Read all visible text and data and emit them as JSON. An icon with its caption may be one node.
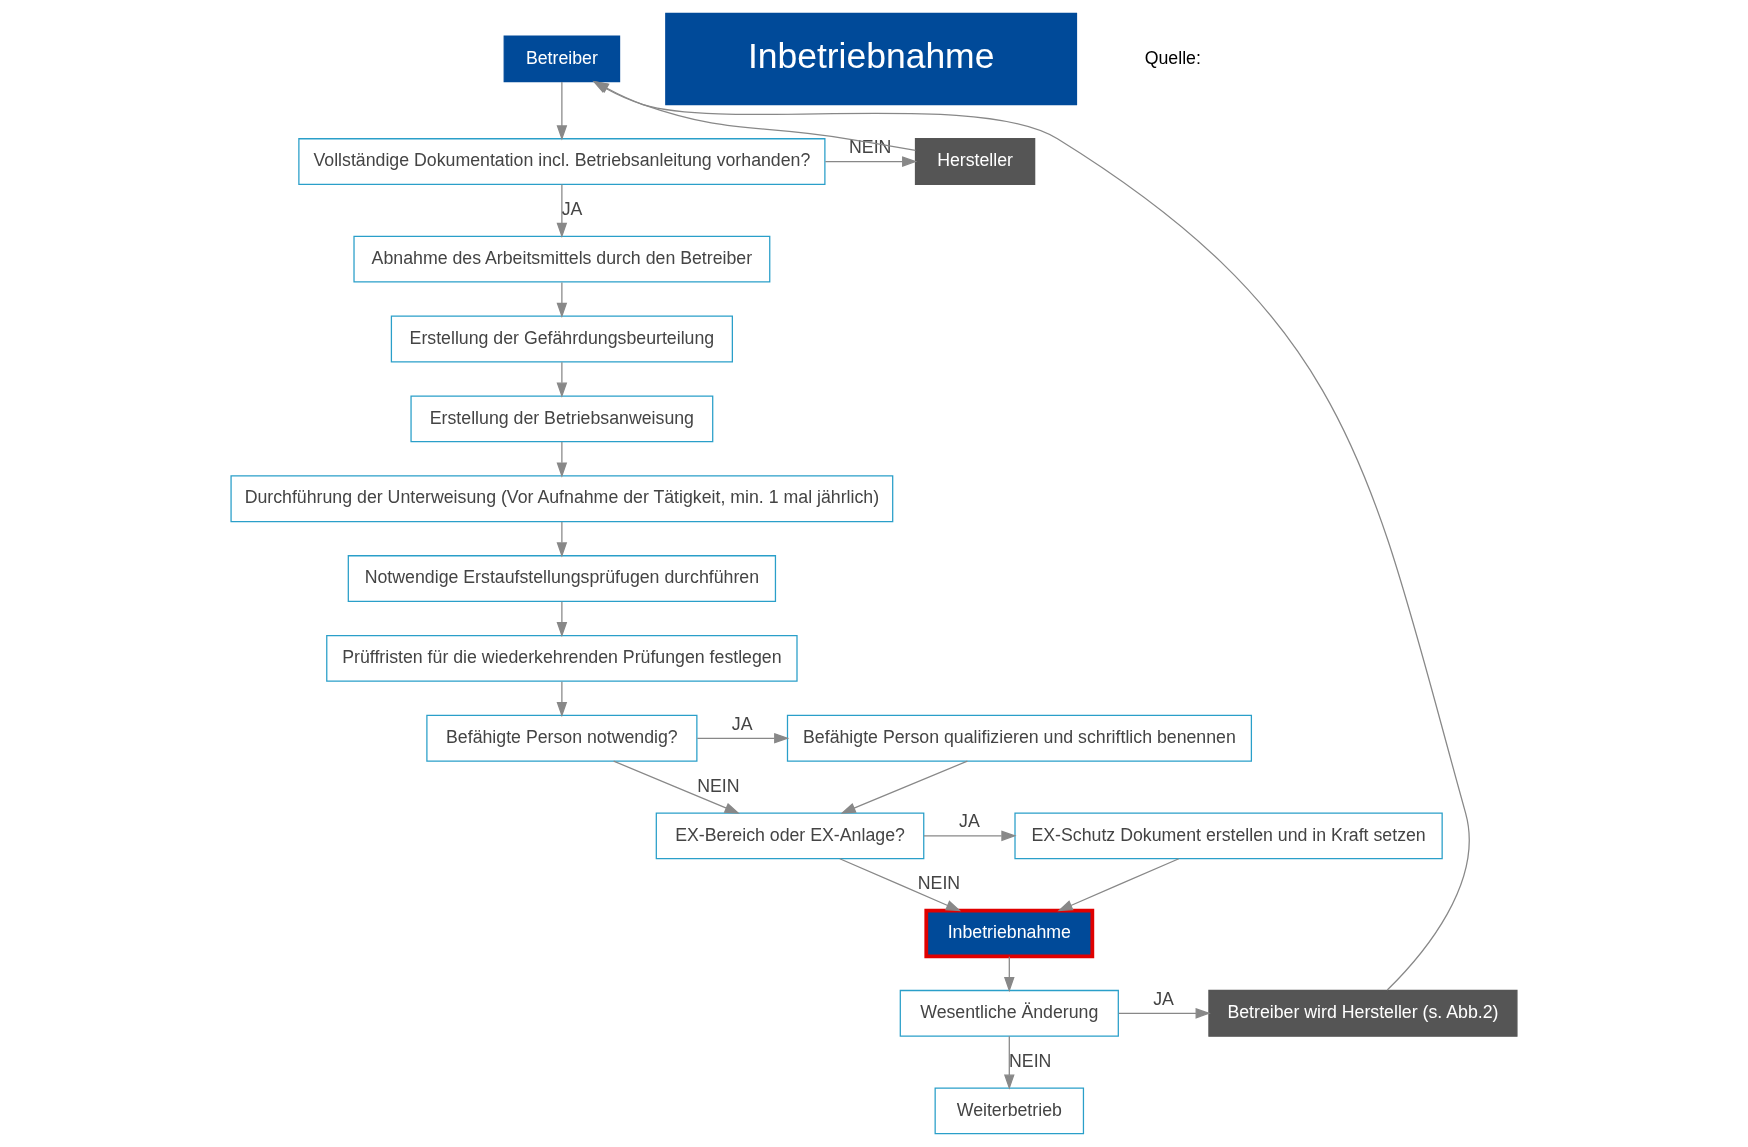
{
  "diagram": {
    "nodes": [
      {
        "text": [
          "Betreiber"
        ]
      },
      {
        "text": [
          "Vollständige Dokumentation incl. Betriebsanleitung vorhanden?"
        ]
      },
      {
        "text": [
          "Hersteller"
        ]
      },
      {
        "text": [
          "Abnahme des Arbeitsmittels durch den Betreiber"
        ]
      },
      {
        "text": [
          "Erstellung der Gefährdungsbeurteilung"
        ]
      },
      {
        "text": [
          "Erstellung der Betriebsanweisung"
        ]
      },
      {
        "text": [
          "Durchführung der Unterweisung (Vor Aufnahme der Tätigkeit, min. 1 mal jährlich)"
        ]
      },
      {
        "text": [
          "Notwendige Erstaufstellungsprüfugen durchführen"
        ]
      },
      {
        "text": [
          "Prüffristen für die wiederkehrenden Prüfungen festlegen"
        ]
      },
      {
        "text": [
          "Befähigte Person notwendig?"
        ]
      },
      {
        "text": [
          "Befähigte Person qualifizieren und schriftlich benennen"
        ]
      },
      {
        "text": [
          "EX-Bereich oder EX-Anlage?"
        ]
      },
      {
        "text": [
          "EX-Schutz Dokument erstellen und in Kraft setzen"
        ]
      },
      {
        "text": [
          "Inbetriebnahme"
        ]
      },
      {
        "text": [
          "Wesentliche Änderung"
        ]
      },
      {
        "text": [
          "Betreiber wird Hersteller (s. Abb.2)"
        ]
      },
      {
        "text": [
          "Weiterbetrieb"
        ]
      },
      {
        "text": [
          "Inbetriebnahme"
        ]
      }
    ],
    "edges": [
      {
        "from": 0,
        "to": 1,
        "arrow": "to"
      },
      {
        "from": 1,
        "to": 2,
        "label": "NEIN",
        "arrow": "to"
      },
      {
        "from": 1,
        "to": 3,
        "label": "JA",
        "arrow": "to"
      },
      {
        "from": 3,
        "to": 4,
        "arrow": "to"
      },
      {
        "from": 4,
        "to": 5,
        "arrow": "to"
      },
      {
        "from": 5,
        "to": 6,
        "arrow": "to"
      },
      {
        "from": 6,
        "to": 7,
        "arrow": "to"
      },
      {
        "from": 7,
        "to": 8,
        "arrow": "to"
      },
      {
        "from": 8,
        "to": 9,
        "arrow": "to"
      },
      {
        "from": 9,
        "to": 10,
        "label": "JA",
        "arrow": "to"
      },
      {
        "from": 9,
        "to": 11,
        "label": "NEIN",
        "arrow": "to"
      },
      {
        "from": 10,
        "to": 11,
        "arrow": "to"
      },
      {
        "from": 11,
        "to": 12,
        "label": "JA",
        "arrow": "to"
      },
      {
        "from": 11,
        "to": 13,
        "label": "NEIN",
        "arrow": "to"
      },
      {
        "from": 12,
        "to": 13,
        "arrow": "to"
      },
      {
        "from": 13,
        "to": 14,
        "arrow": "to"
      },
      {
        "from": 14,
        "to": 15,
        "label": "JA",
        "arrow": "to"
      },
      {
        "from": 14,
        "to": 16,
        "label": "NEIN",
        "arrow": "to"
      },
      {
        "from": 15,
        "to": 0,
        "arrow": "to"
      },
      {
        "from": 2,
        "to": 0,
        "arrow": "to"
      }
    ],
    "labels": [
      "Quelle:"
    ]
  }
}
